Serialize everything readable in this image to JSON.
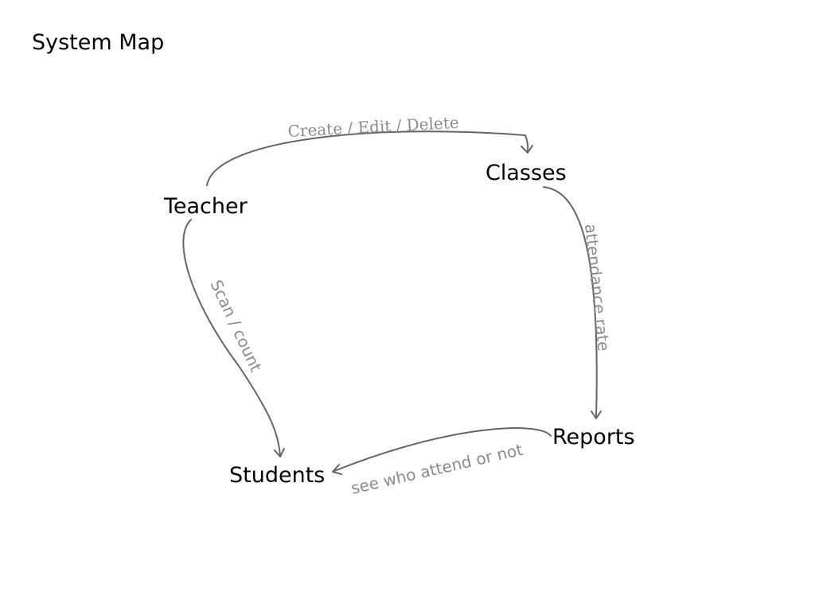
{
  "title": "System Map",
  "nodes": {
    "teacher": "Teacher",
    "classes": "Classes",
    "students": "Students",
    "reports": "Reports"
  },
  "edges": {
    "teacher_classes": "Create / Edit / Delete",
    "classes_reports": "attendance rate",
    "teacher_students": "Scan / count",
    "reports_students": "see who attend or not"
  },
  "colors": {
    "node_text": "#000000",
    "edge_stroke": "#666666",
    "edge_label": "#8c8c8c"
  }
}
